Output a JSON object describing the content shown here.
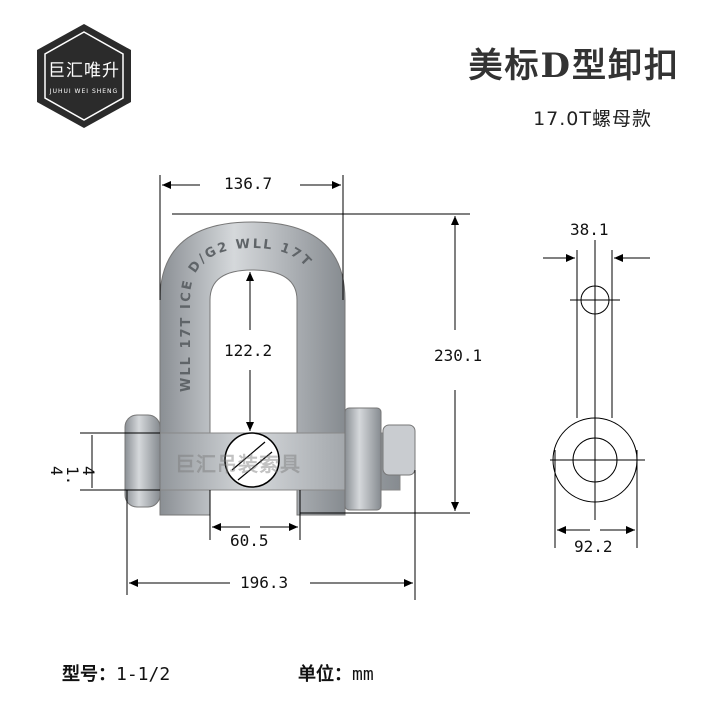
{
  "logo": {
    "cn": "巨汇唯升",
    "en": "JUHUI WEI SHENG"
  },
  "title": "美标D型卸扣",
  "subtitle": "17.0T螺母款",
  "watermark": "巨汇吊装索具",
  "dimensions": {
    "bow_width": "136.7",
    "inner_height": "122.2",
    "total_height": "230.1",
    "pin_diameter": "41.4",
    "inner_width": "60.5",
    "total_length": "196.3",
    "side_thickness": "38.1",
    "eye_width": "92.2"
  },
  "shackle_marking": "WLL 17T  ICE  D/G2  WLL 17T",
  "footer": {
    "model_label": "型号：",
    "model_value": "1-1/2",
    "unit_label": "单位：",
    "unit_value": "mm"
  },
  "colors": {
    "metal": "#b8bcc0",
    "metal_dark": "#7d8287",
    "logo_bg": "#2b2b2b"
  }
}
